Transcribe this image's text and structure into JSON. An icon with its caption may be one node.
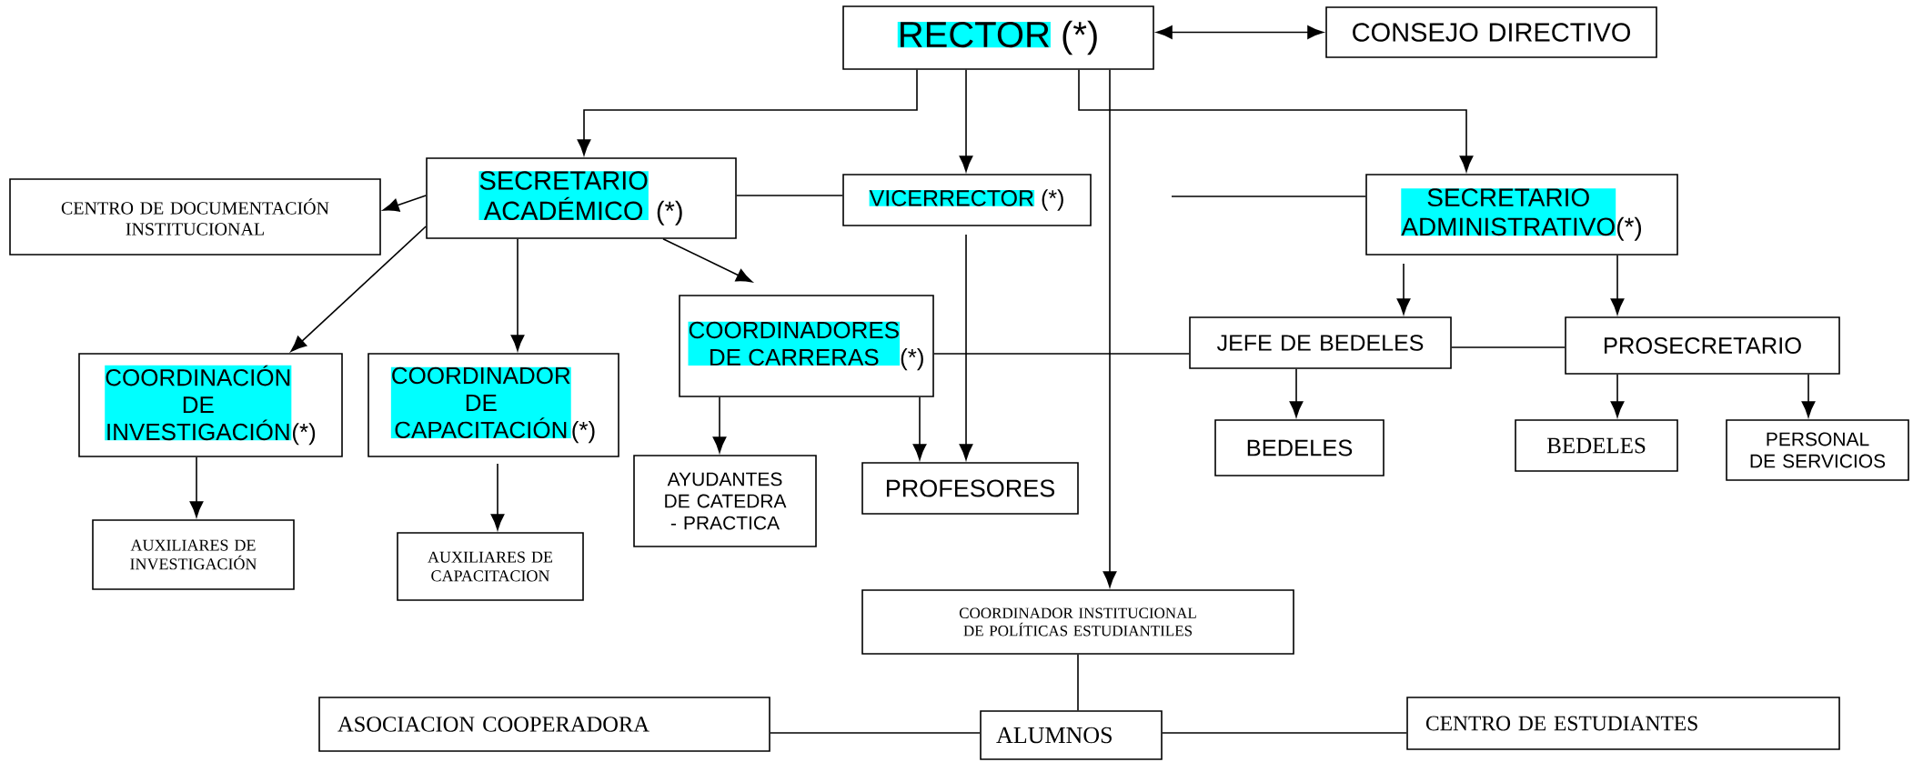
{
  "diagram": {
    "nodes": [
      {
        "text": [
          "RECTOR",
          "(*)"
        ]
      },
      {
        "text": [
          "CONSEJO DIRECTIVO"
        ]
      },
      {
        "text": [
          "SECRETARIO ACADÉMICO",
          "(*)"
        ]
      },
      {
        "text": [
          "CENTRO DE DOCUMENTACIÓN INSTITUCIONAL"
        ]
      },
      {
        "text": [
          "VICERRECTOR",
          "(*)"
        ]
      },
      {
        "text": [
          "SECRETARIO ADMINISTRATIVO",
          "(*)"
        ]
      },
      {
        "text": [
          "COORDINACIÓN DE INVESTIGACIÓN",
          "(*)"
        ]
      },
      {
        "text": [
          "COORDINADOR DE CAPACITACIÓN",
          "(*)"
        ]
      },
      {
        "text": [
          "COORDINADORES DE CARRERAS",
          "(*)"
        ]
      },
      {
        "text": [
          "JEFE DE BEDELES"
        ]
      },
      {
        "text": [
          "PROSECRETARIO"
        ]
      },
      {
        "text": [
          "AUXILIARES DE INVESTIGACIÓN"
        ]
      },
      {
        "text": [
          "AUXILIARES DE CAPACITACION"
        ]
      },
      {
        "text": [
          "AYUDANTES DE CATEDRA - PRACTICA"
        ]
      },
      {
        "text": [
          "PROFESORES"
        ]
      },
      {
        "text": [
          "BEDELES"
        ]
      },
      {
        "text": [
          "BEDELES"
        ]
      },
      {
        "text": [
          "PERSONAL DE SERVICIOS"
        ]
      },
      {
        "text": [
          "COORDINADOR INSTITUCIONAL DE POLÍTICAS ESTUDIANTILES"
        ]
      },
      {
        "text": [
          "ASOCIACION COOPERADORA"
        ]
      },
      {
        "text": [
          "ALUMNOS"
        ]
      },
      {
        "text": [
          "CENTRO DE ESTUDIANTES"
        ]
      }
    ],
    "edges": [
      {
        "from": 0,
        "to": 2,
        "arrow": "to"
      },
      {
        "from": 0,
        "to": 1,
        "arrow": "both"
      },
      {
        "from": 0,
        "to": 4,
        "arrow": "to"
      },
      {
        "from": 0,
        "to": 5,
        "arrow": "to"
      },
      {
        "from": 0,
        "to": 18,
        "arrow": "to"
      },
      {
        "from": 2,
        "to": 4,
        "arrow": "none"
      },
      {
        "from": 4,
        "to": 5,
        "arrow": "none"
      },
      {
        "from": 2,
        "to": 3,
        "arrow": "to"
      },
      {
        "from": 2,
        "to": 6,
        "arrow": "to"
      },
      {
        "from": 2,
        "to": 7,
        "arrow": "to"
      },
      {
        "from": 2,
        "to": 8,
        "arrow": "to"
      },
      {
        "from": 4,
        "to": 14,
        "arrow": "to"
      },
      {
        "from": 8,
        "to": 13,
        "arrow": "to"
      },
      {
        "from": 8,
        "to": 14,
        "arrow": "to"
      },
      {
        "from": 8,
        "to": 9,
        "arrow": "none"
      },
      {
        "from": 9,
        "to": 10,
        "arrow": "none"
      },
      {
        "from": 5,
        "to": 9,
        "arrow": "to"
      },
      {
        "from": 5,
        "to": 10,
        "arrow": "to"
      },
      {
        "from": 9,
        "to": 15,
        "arrow": "to"
      },
      {
        "from": 10,
        "to": 16,
        "arrow": "to"
      },
      {
        "from": 10,
        "to": 17,
        "arrow": "to"
      },
      {
        "from": 6,
        "to": 11,
        "arrow": "to"
      },
      {
        "from": 7,
        "to": 12,
        "arrow": "to"
      },
      {
        "from": 18,
        "to": 20,
        "arrow": "none"
      },
      {
        "from": 19,
        "to": 20,
        "arrow": "none"
      },
      {
        "from": 20,
        "to": 21,
        "arrow": "none"
      }
    ]
  }
}
